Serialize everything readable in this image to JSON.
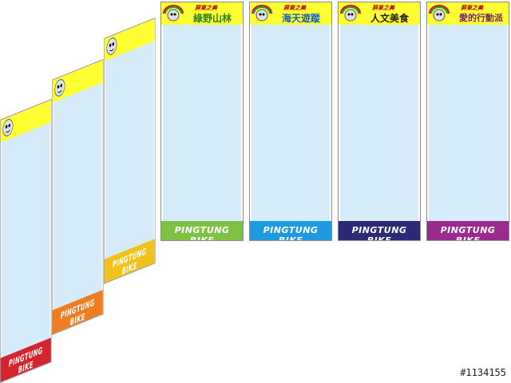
{
  "brand_text": "屏東之美",
  "footer_text": "PINGTUNG BIKE",
  "watermark": "#1134155",
  "panels": [
    {
      "title": "綠野山林",
      "footer_color": "#7dc242",
      "title_color": "#2a7f1f"
    },
    {
      "title": "海天遊蹤",
      "footer_color": "#1e9be0",
      "title_color": "#1a5fb4"
    },
    {
      "title": "人文美食",
      "footer_color": "#2c2a74",
      "title_color": "#1f1f1f"
    },
    {
      "title": "愛的行動派",
      "footer_color": "#9b2a8f",
      "title_color": "#7a1c74"
    }
  ],
  "side_panels": [
    {
      "footer_color": "#d4242c"
    },
    {
      "footer_color": "#ef7e22"
    },
    {
      "footer_color": "#f2c21a"
    }
  ]
}
